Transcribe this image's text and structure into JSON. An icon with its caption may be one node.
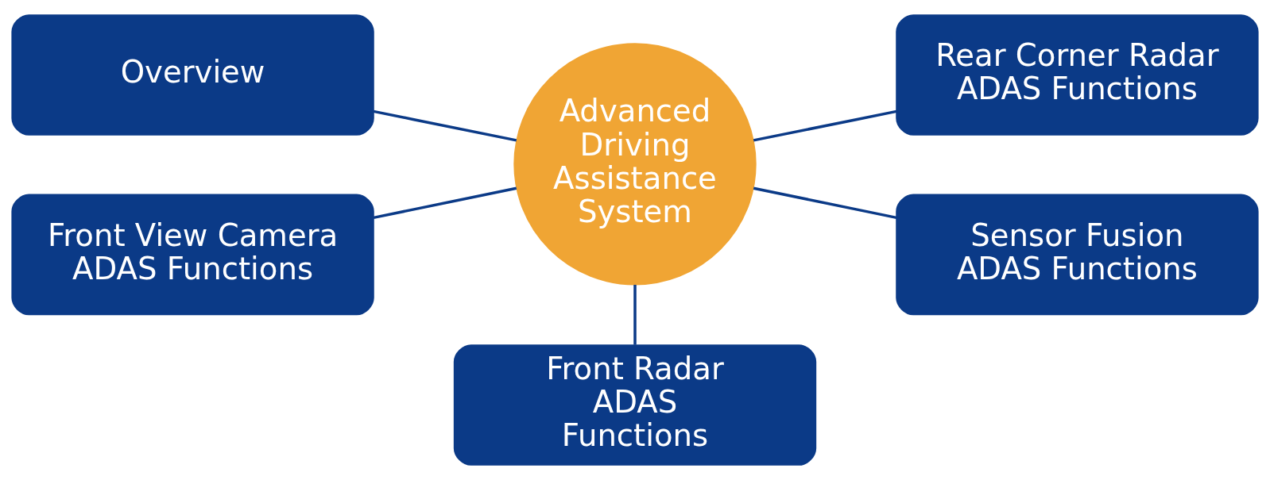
{
  "diagram": {
    "nodes": [
      {
        "text": [
          "Overview"
        ]
      },
      {
        "text": [
          "Advanced Driving Assistance System"
        ]
      },
      {
        "text": [
          "Rear Corner Radar ADAS Functions"
        ]
      },
      {
        "text": [
          "Front View Camera ADAS Functions"
        ]
      },
      {
        "text": [
          "Sensor Fusion ADAS Functions"
        ]
      },
      {
        "text": [
          "Front Radar ADAS Functions"
        ]
      }
    ],
    "edges": [
      {
        "from": 0,
        "to": 1,
        "arrow": "none"
      },
      {
        "from": 1,
        "to": 2,
        "arrow": "none"
      },
      {
        "from": 3,
        "to": 1,
        "arrow": "none"
      },
      {
        "from": 1,
        "to": 4,
        "arrow": "none"
      },
      {
        "from": 1,
        "to": 5,
        "arrow": "none"
      }
    ]
  }
}
